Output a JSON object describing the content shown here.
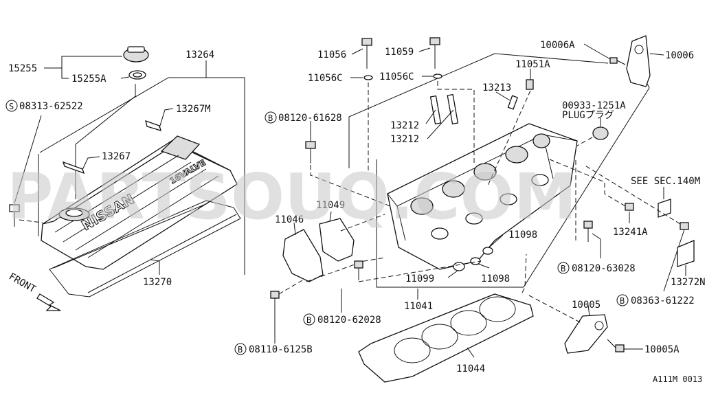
{
  "diagram": {
    "watermark": "PARTSOUQ.COM",
    "footer_code": "A111M 0013",
    "cover_markings": {
      "brand": "NISSAN",
      "valve": "16VALVE"
    },
    "front_label": "FRONT",
    "plug_label": "PLUGプラグ",
    "see_section": "SEE SEC.140M",
    "part_labels": {
      "p15255": "15255",
      "p15255A": "15255A",
      "s08313_62522": "08313-62522",
      "p13264": "13264",
      "p13267M": "13267M",
      "p13267": "13267",
      "p13270": "13270",
      "p11056": "11056",
      "p11056C_a": "11056C",
      "p11059": "11059",
      "p11056C_b": "11056C",
      "p10006A": "10006A",
      "p10006": "10006",
      "p11051A": "11051A",
      "p13213": "13213",
      "p00933": "00933-1251A",
      "b08120_61628": "08120-61628",
      "p13212_a": "13212",
      "p13212_b": "13212",
      "p11049": "11049",
      "p11046": "11046",
      "p11098_a": "11098",
      "p11099": "11099",
      "p11098_b": "11098",
      "p11041": "11041",
      "p13241A": "13241A",
      "b08120_63028": "08120-63028",
      "p13272N": "13272N",
      "p10005": "10005",
      "b08363_61222": "08363-61222",
      "b08120_62028": "08120-62028",
      "p10005A": "10005A",
      "b08110_6125B": "08110-6125B",
      "p11044": "11044"
    },
    "prefix_symbols": {
      "S": "S",
      "B": "B"
    }
  }
}
